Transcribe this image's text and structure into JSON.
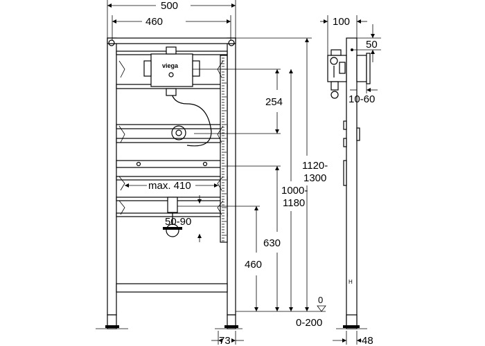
{
  "front_view": {
    "brand_logo": "viega",
    "dim_overall_width": "500",
    "dim_frame_width": "460",
    "dim_inlet_spacing": "254",
    "dim_height_total_line1": "1120-",
    "dim_height_total_line2": "1300",
    "dim_height_inlet_line1": "1000-",
    "dim_height_inlet_line2": "1180",
    "dim_max_width": "max. 410",
    "dim_outlet_range": "50-90",
    "dim_height_630": "630",
    "dim_height_460": "460",
    "floor_level": "0",
    "dim_foot_adjust": "0-200",
    "dim_foot_width": "73"
  },
  "side_view": {
    "dim_depth": "100",
    "dim_offset": "50",
    "dim_wall_range": "10-60",
    "dim_post_width": "48"
  }
}
